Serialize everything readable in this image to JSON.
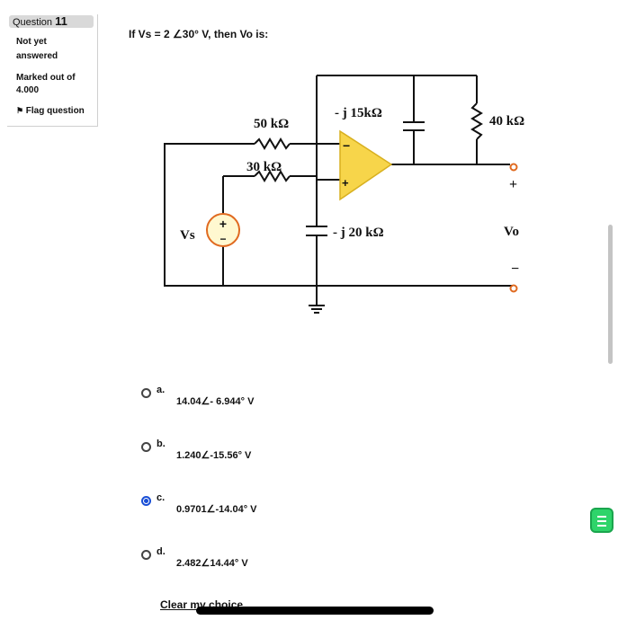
{
  "sidebar": {
    "question_label": "Question",
    "question_number": "11",
    "status_line1": "Not yet",
    "status_line2": "answered",
    "marked_line1": "Marked out of",
    "marked_line2": "4.000",
    "flag_label": "Flag question"
  },
  "question": {
    "text": "If Vs = 2 ∠30° V, then Vo is:"
  },
  "circuit": {
    "r_top_label": "50 kΩ",
    "r_mid_label": "30 kΩ",
    "cap_feedback_label": "- j 15kΩ",
    "r_right_label": "40 kΩ",
    "cap_ground_label": "- j 20 kΩ",
    "source_label": "Vs",
    "output_label": "Vo",
    "opamp_minus": "−",
    "opamp_plus": "+",
    "out_plus": "+",
    "out_minus": "−",
    "src_plus": "+",
    "src_minus": "−"
  },
  "options": [
    {
      "letter": "a.",
      "text": "14.04∠- 6.944° V",
      "selected": false
    },
    {
      "letter": "b.",
      "text": "1.240∠-15.56° V",
      "selected": false
    },
    {
      "letter": "c.",
      "text": "0.9701∠-14.04° V",
      "selected": true
    },
    {
      "letter": "d.",
      "text": "2.482∠14.44° V",
      "selected": false
    }
  ],
  "clear_label": "Clear my choice",
  "colors": {
    "accent": "#1a4fd6",
    "opamp_fill": "#f7d54a",
    "green": "#2ed46a"
  }
}
